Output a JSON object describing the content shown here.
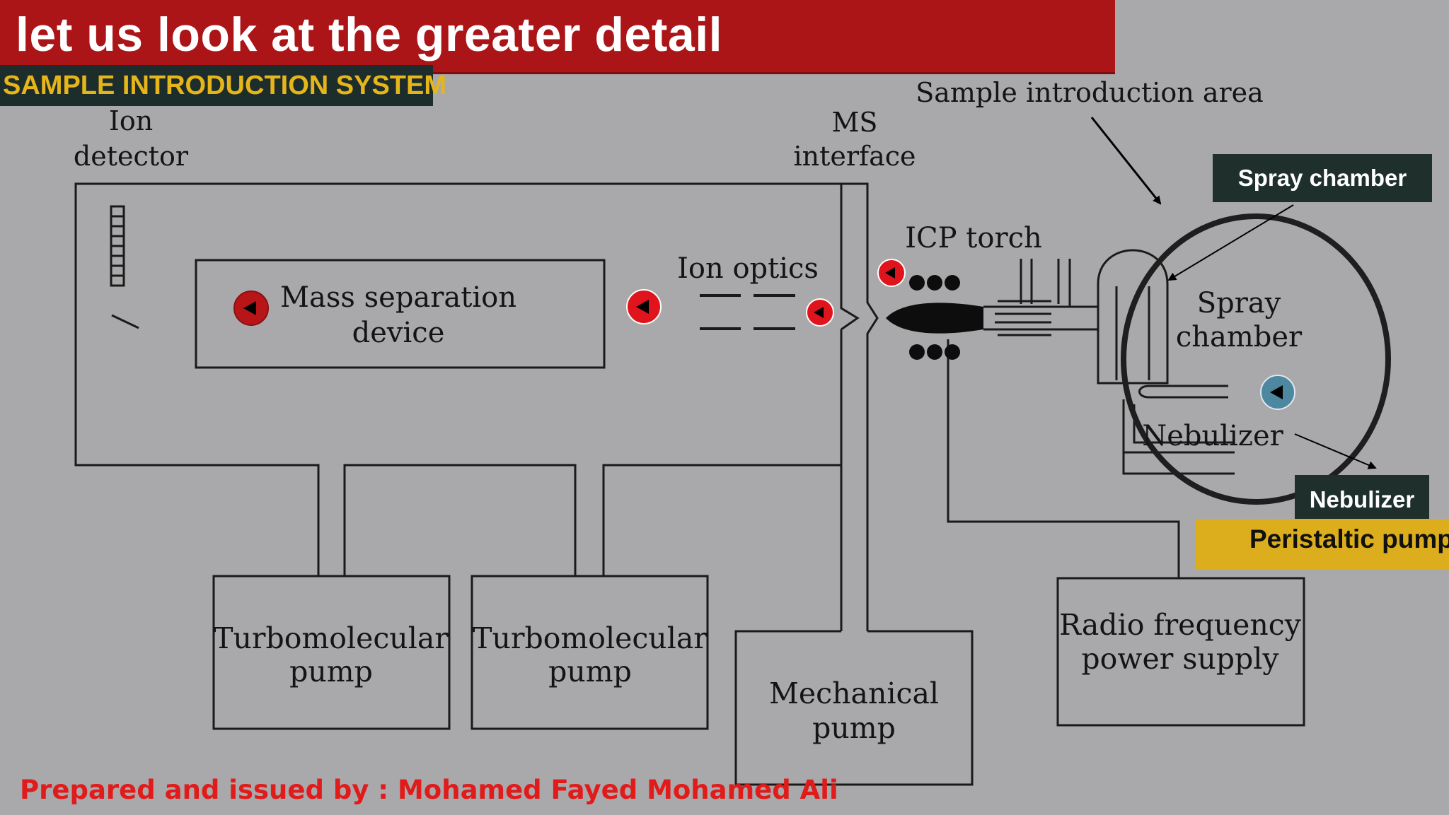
{
  "header": {
    "title": "let us look at the greater detail",
    "section": "SAMPLE INTRODUCTION SYSTEM"
  },
  "diagram": {
    "ion_detector": [
      "Ion",
      "detector"
    ],
    "ms_interface": [
      "MS",
      "interface"
    ],
    "sample_area": "Sample introduction area",
    "mass_separation": [
      "Mass separation",
      "device"
    ],
    "ion_optics": "Ion optics",
    "icp_torch": "ICP torch",
    "spray_chamber": [
      "Spray",
      "chamber"
    ],
    "nebulizer": "Nebulizer",
    "turbo_pump_1": [
      "Turbomolecular",
      "pump"
    ],
    "turbo_pump_2": [
      "Turbomolecular",
      "pump"
    ],
    "mechanical_pump": [
      "Mechanical",
      "pump"
    ],
    "rf_supply": [
      "Radio frequency",
      "power supply"
    ]
  },
  "callouts": {
    "spray_chamber": "Spray chamber",
    "nebulizer": "Nebulizer",
    "peristaltic_pump": "Peristaltic pump"
  },
  "footer": "Prepared and issued by : Mohamed Fayed Mohamed Ali",
  "colors": {
    "banner": "#ac1517",
    "section_bg": "#1d2d2b",
    "section_text": "#e6b51a",
    "footer_text": "#e11a1a",
    "pump_bar": "#dcae1d",
    "marker_red": "#e0141c",
    "marker_blue": "#4e87a0"
  },
  "icons": [
    "play-left-icon",
    "gear-icon"
  ]
}
